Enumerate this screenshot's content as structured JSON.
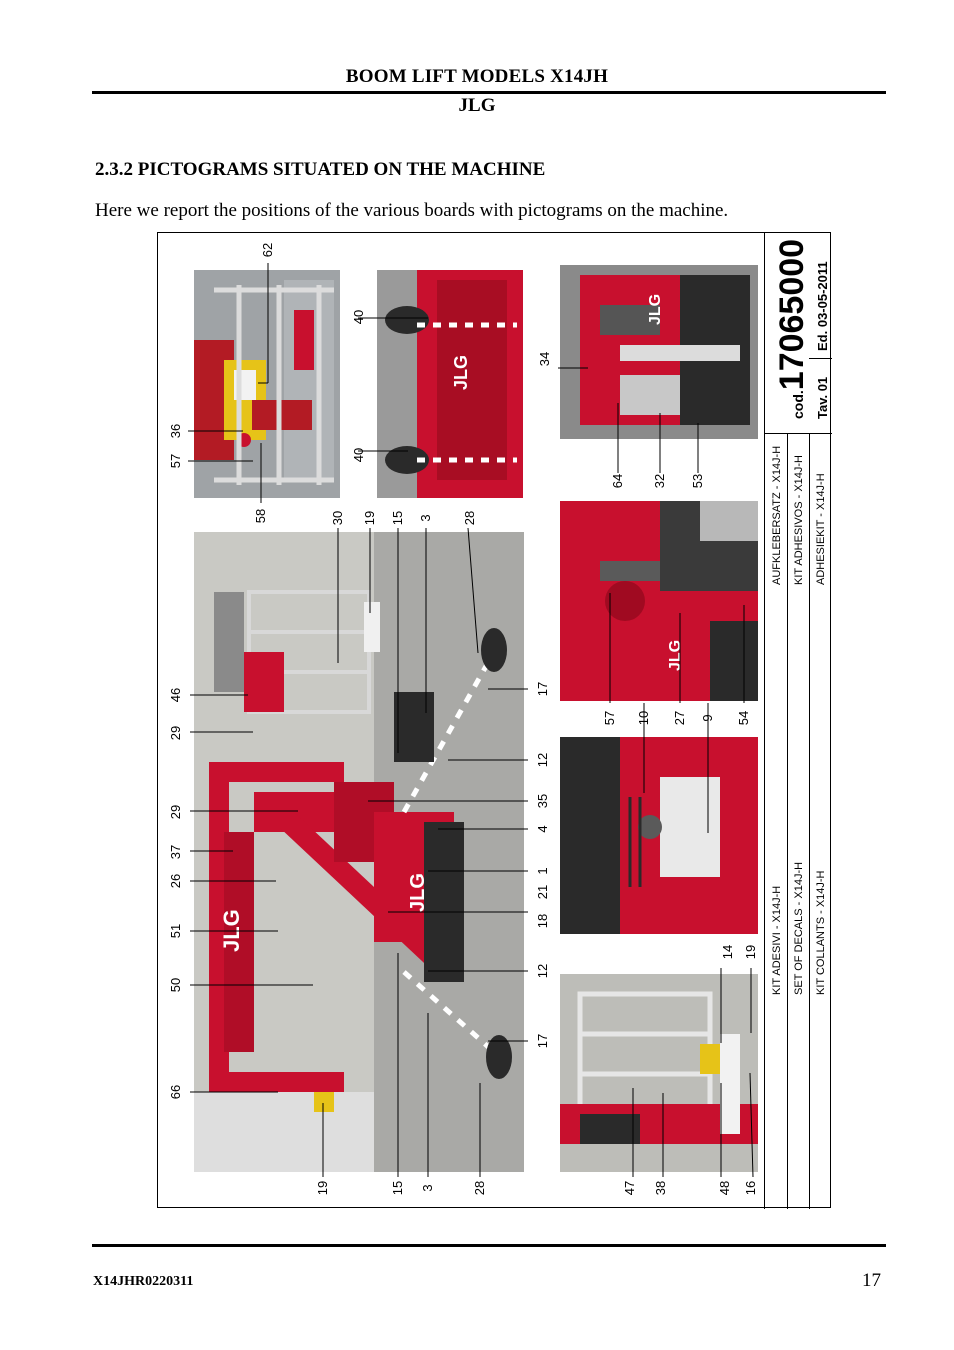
{
  "header": {
    "title": "BOOM LIFT MODELS X14JH",
    "brand": "JLG"
  },
  "section": {
    "title": "2.3.2 PICTOGRAMS SITUATED ON THE MACHINE",
    "intro": "Here we report the positions of the various boards with pictograms on the machine."
  },
  "sheet": {
    "code_prefix": "cod.",
    "code_number": "17065000",
    "table": "Tav. 01",
    "edition": "Ed. 03-05-2011",
    "kits_left": [
      "KIT ADESIVI - X14J-H",
      "SET OF DECALS - X14J-H",
      "KIT COLLANTS - X14J-H"
    ],
    "kits_right": [
      "AUFKLEBERSATZ - X14J-H",
      "KIT ADHESIVOS - X14J-H",
      "ADHESIEKIT - X14J-H"
    ],
    "callouts": {
      "platform": [
        "57",
        "36",
        "62",
        "58"
      ],
      "outriggers": [
        "40",
        "40"
      ],
      "main_top": [
        "46",
        "29",
        "29",
        "37",
        "26",
        "51",
        "50",
        "66",
        "30",
        "19",
        "15",
        "3",
        "28"
      ],
      "main_bottom": [
        "19",
        "15",
        "3",
        "28"
      ],
      "main_right": [
        "17",
        "12",
        "35",
        "4",
        "1",
        "21",
        "18",
        "12",
        "17"
      ],
      "tracks": [
        "34",
        "64",
        "32",
        "53"
      ],
      "engine": [
        "57",
        "10",
        "27",
        "9",
        "54"
      ],
      "controls_right": [
        "14",
        "19"
      ],
      "basket": [
        "47",
        "38",
        "48",
        "16"
      ]
    }
  },
  "footer": {
    "doc_code": "X14JHR0220311",
    "page": "17"
  },
  "colors": {
    "machine_red": "#c8102e",
    "gray": "#9a9a9a",
    "dark": "#2a2a2a"
  }
}
